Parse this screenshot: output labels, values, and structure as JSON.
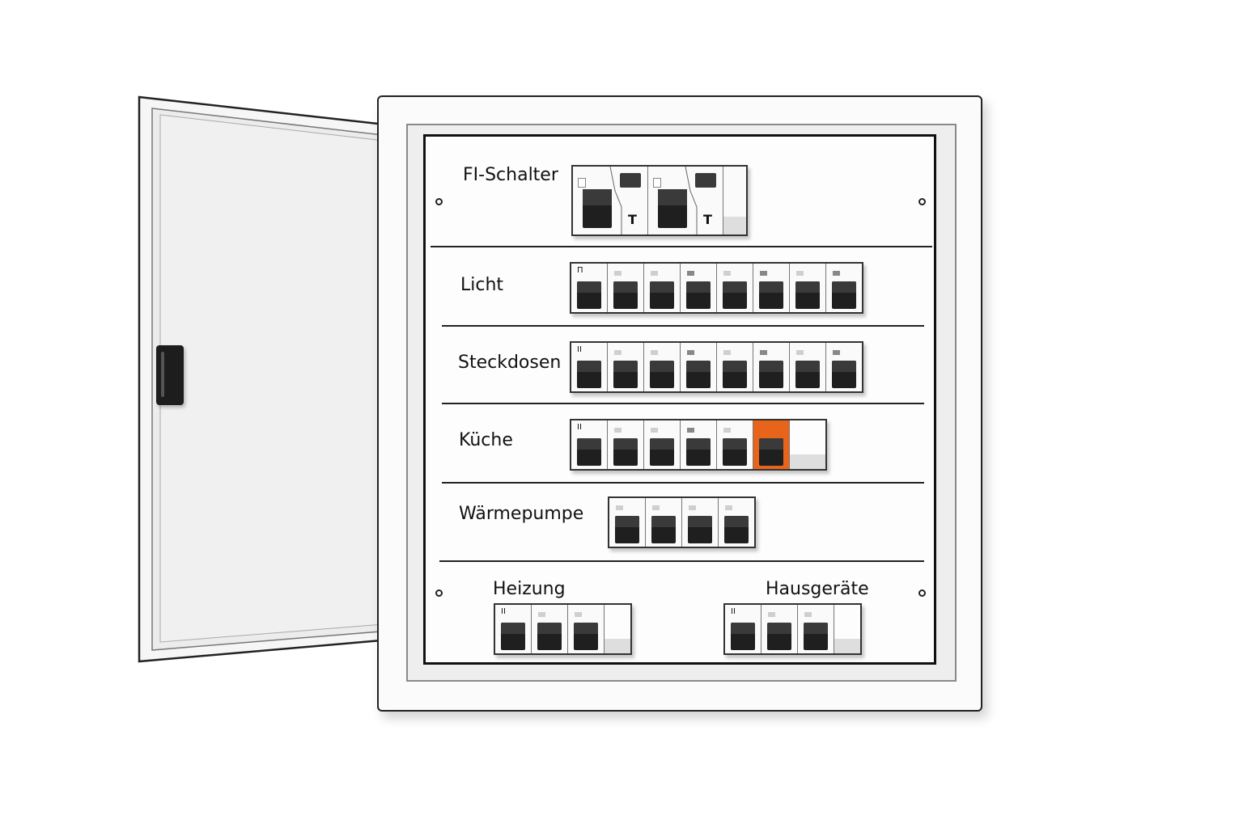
{
  "groups": {
    "fi": {
      "label": "FI-Schalter",
      "test_label": "T"
    },
    "licht": {
      "label": "Licht",
      "first_mark": "Π"
    },
    "steckdosen": {
      "label": "Steckdosen",
      "first_mark": "II"
    },
    "kueche": {
      "label": "Küche",
      "first_mark": "II"
    },
    "waermepumpe": {
      "label": "Wärmepumpe"
    },
    "heizung": {
      "label": "Heizung",
      "first_mark": "II"
    },
    "hausgeraete": {
      "label": "Hausgeräte",
      "first_mark": "II"
    }
  },
  "colors": {
    "tripped_breaker": "#e8641a",
    "toggle": "#1f1f1f",
    "frame": "#222222"
  },
  "states": {
    "kueche_tripped_breaker_index": 6
  }
}
